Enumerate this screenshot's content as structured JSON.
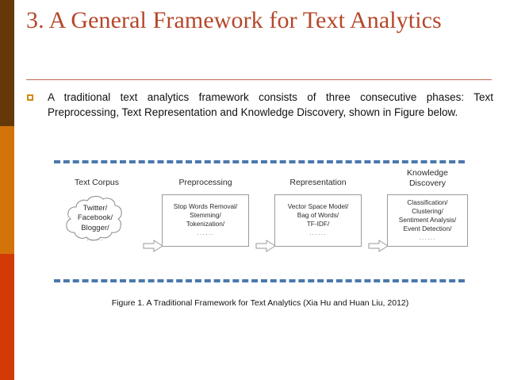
{
  "slide": {
    "title": "3. A General Framework for Text Analytics",
    "title_color": "#b5472a",
    "rule_color": "#c06a4e",
    "background": "#ffffff"
  },
  "accent_bar": {
    "segments": [
      {
        "name": "dark-brown",
        "color": "#65380a"
      },
      {
        "name": "orange",
        "color": "#d3730a"
      },
      {
        "name": "red-orange",
        "color": "#d23a06"
      }
    ]
  },
  "body": {
    "bullet_marker": "square-bullet",
    "bullet_color": "#d4890f",
    "paragraph": "A traditional text analytics framework consists of three consecutive phases: Text Preprocessing, Text Representation and Knowledge Discovery, shown in Figure below."
  },
  "figure": {
    "divider_color": "#4a78ad",
    "caption": "Figure 1. A Traditional Framework for Text Analytics (Xia Hu and Huan Liu, 2012)",
    "arrow_glyph": "right-block-arrow",
    "ellipsis": "······",
    "stages": [
      {
        "label": "Text Corpus",
        "shape": "cloud",
        "lines": [
          "Twitter/",
          "Facebook/",
          "Blogger/"
        ]
      },
      {
        "label": "Preprocessing",
        "shape": "box",
        "lines": [
          "Stop Words Removal/",
          "Stemming/",
          "Tokenization/"
        ]
      },
      {
        "label": "Representation",
        "shape": "box",
        "lines": [
          "Vector Space Model/",
          "Bag of Words/",
          "TF-IDF/"
        ]
      },
      {
        "label": "Knowledge\nDiscovery",
        "shape": "box",
        "lines": [
          "Classification/",
          "Clustering/",
          "Sentiment Analysis/",
          "Event Detection/"
        ]
      }
    ]
  }
}
